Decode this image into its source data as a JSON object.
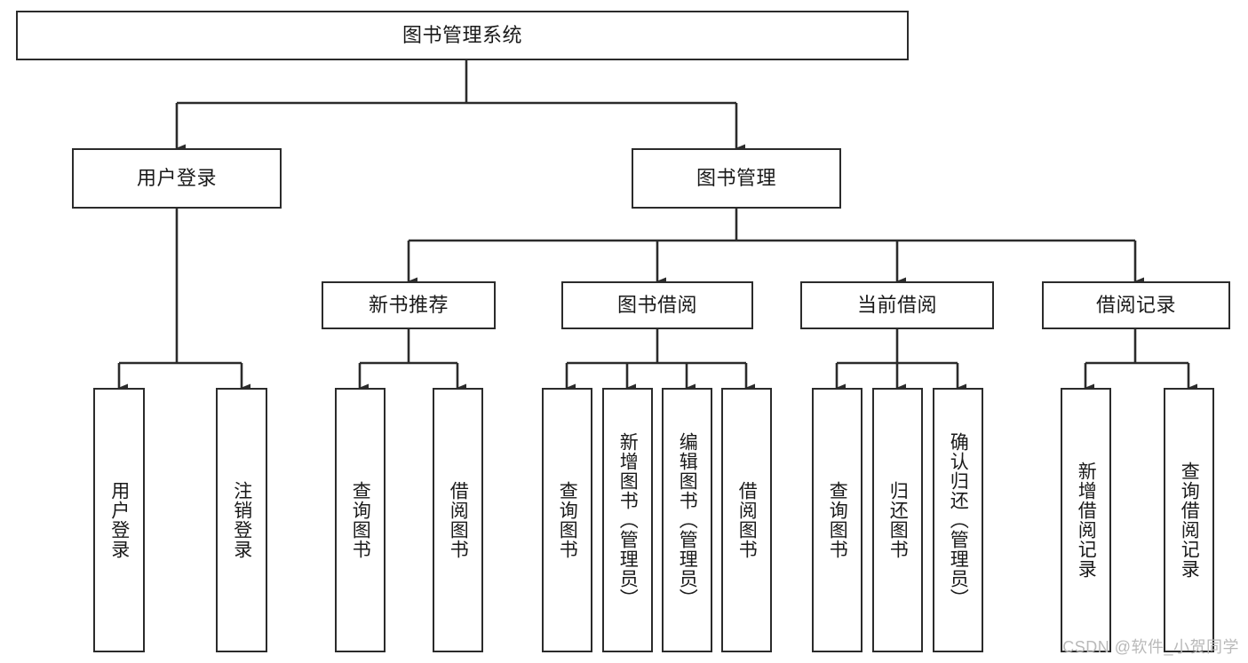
{
  "diagram": {
    "title": "图书管理系统",
    "type": "tree-hierarchy-functional-structure",
    "watermark": "CSDN @软件_小贺同学",
    "colors": {
      "stroke": "#2b2b2b",
      "fill": "#ffffff",
      "text": "#1a1a1a",
      "watermark": "#b9b9b9"
    },
    "root": {
      "label": "图书管理系统"
    },
    "level2": [
      {
        "id": "user-login",
        "label": "用户登录"
      },
      {
        "id": "book-manage",
        "label": "图书管理"
      }
    ],
    "level3": [
      {
        "id": "new-book-recommend",
        "label": "新书推荐",
        "parent": "book-manage"
      },
      {
        "id": "book-borrow",
        "label": "图书借阅",
        "parent": "book-manage"
      },
      {
        "id": "current-borrow",
        "label": "当前借阅",
        "parent": "book-manage"
      },
      {
        "id": "borrow-record",
        "label": "借阅记录",
        "parent": "book-manage"
      }
    ],
    "leaves": [
      {
        "id": "leaf-user-login",
        "label": "用户登录",
        "parent": "user-login"
      },
      {
        "id": "leaf-user-logout",
        "label": "注销登录",
        "parent": "user-login"
      },
      {
        "id": "leaf-query-book-1",
        "label": "查询图书",
        "parent": "new-book-recommend"
      },
      {
        "id": "leaf-borrow-book-1",
        "label": "借阅图书",
        "parent": "new-book-recommend"
      },
      {
        "id": "leaf-query-book-2",
        "label": "查询图书",
        "parent": "book-borrow"
      },
      {
        "id": "leaf-add-book",
        "label": "新增图书（管理员）",
        "parent": "book-borrow"
      },
      {
        "id": "leaf-edit-book",
        "label": "编辑图书（管理员）",
        "parent": "book-borrow"
      },
      {
        "id": "leaf-borrow-book-2",
        "label": "借阅图书",
        "parent": "book-borrow"
      },
      {
        "id": "leaf-query-book-3",
        "label": "查询图书",
        "parent": "current-borrow"
      },
      {
        "id": "leaf-return-book",
        "label": "归还图书",
        "parent": "current-borrow"
      },
      {
        "id": "leaf-confirm-return",
        "label": "确认归还（管理员）",
        "parent": "current-borrow"
      },
      {
        "id": "leaf-add-record",
        "label": "新增借阅记录",
        "parent": "borrow-record"
      },
      {
        "id": "leaf-query-record",
        "label": "查询借阅记录",
        "parent": "borrow-record"
      }
    ]
  }
}
